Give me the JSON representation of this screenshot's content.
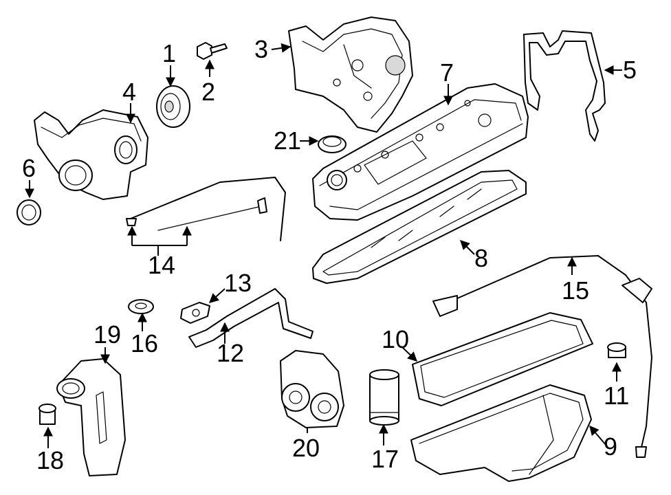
{
  "callouts": [
    {
      "id": "1",
      "label": "1"
    },
    {
      "id": "2",
      "label": "2"
    },
    {
      "id": "3",
      "label": "3"
    },
    {
      "id": "4",
      "label": "4"
    },
    {
      "id": "5",
      "label": "5"
    },
    {
      "id": "6",
      "label": "6"
    },
    {
      "id": "7",
      "label": "7"
    },
    {
      "id": "8",
      "label": "8"
    },
    {
      "id": "9",
      "label": "9"
    },
    {
      "id": "10",
      "label": "10"
    },
    {
      "id": "11",
      "label": "11"
    },
    {
      "id": "12",
      "label": "12"
    },
    {
      "id": "13",
      "label": "13"
    },
    {
      "id": "14",
      "label": "14"
    },
    {
      "id": "15",
      "label": "15"
    },
    {
      "id": "16",
      "label": "16"
    },
    {
      "id": "17",
      "label": "17"
    },
    {
      "id": "18",
      "label": "18"
    },
    {
      "id": "19",
      "label": "19"
    },
    {
      "id": "20",
      "label": "20"
    },
    {
      "id": "21",
      "label": "21"
    }
  ],
  "colors": {
    "line": "#000000",
    "background": "#ffffff",
    "shade": "#d9d9d9"
  }
}
